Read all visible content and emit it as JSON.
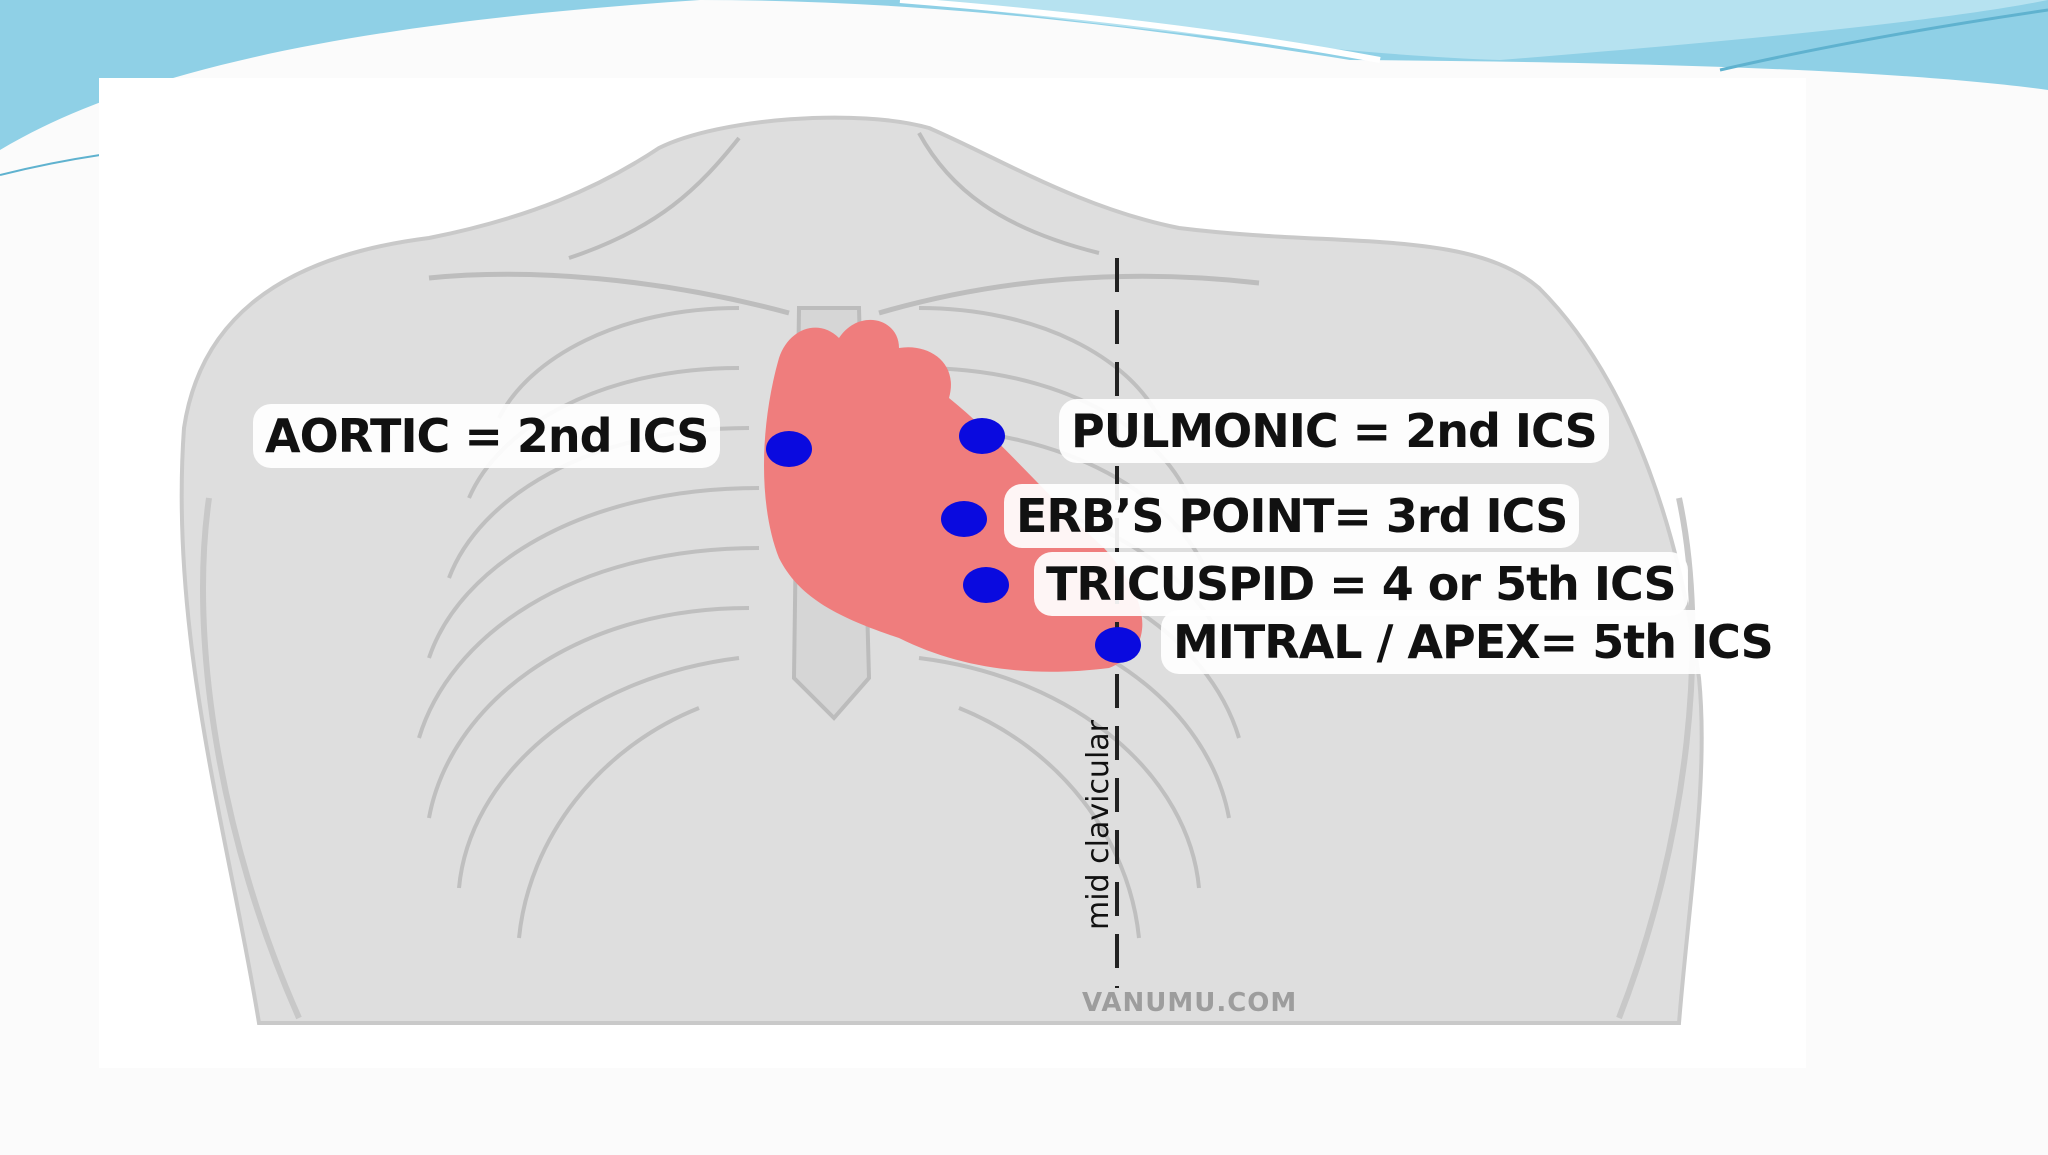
{
  "labels": {
    "aortic": "AORTIC = 2nd ICS",
    "pulmonic": "PULMONIC = 2nd ICS",
    "erbs_point": "ERB’S POINT= 3rd ICS",
    "tricuspid": "TRICUSPID = 4 or 5th ICS",
    "mitral": "MITRAL / APEX= 5th ICS"
  },
  "mid_clavicular_label": "mid clavicular",
  "watermark": "VANUMU.COM",
  "colors": {
    "dot": "#0a0adf",
    "heart": "#ef7d7d",
    "body": "#dcdcdc",
    "slide_accent": "#6cc3df"
  }
}
